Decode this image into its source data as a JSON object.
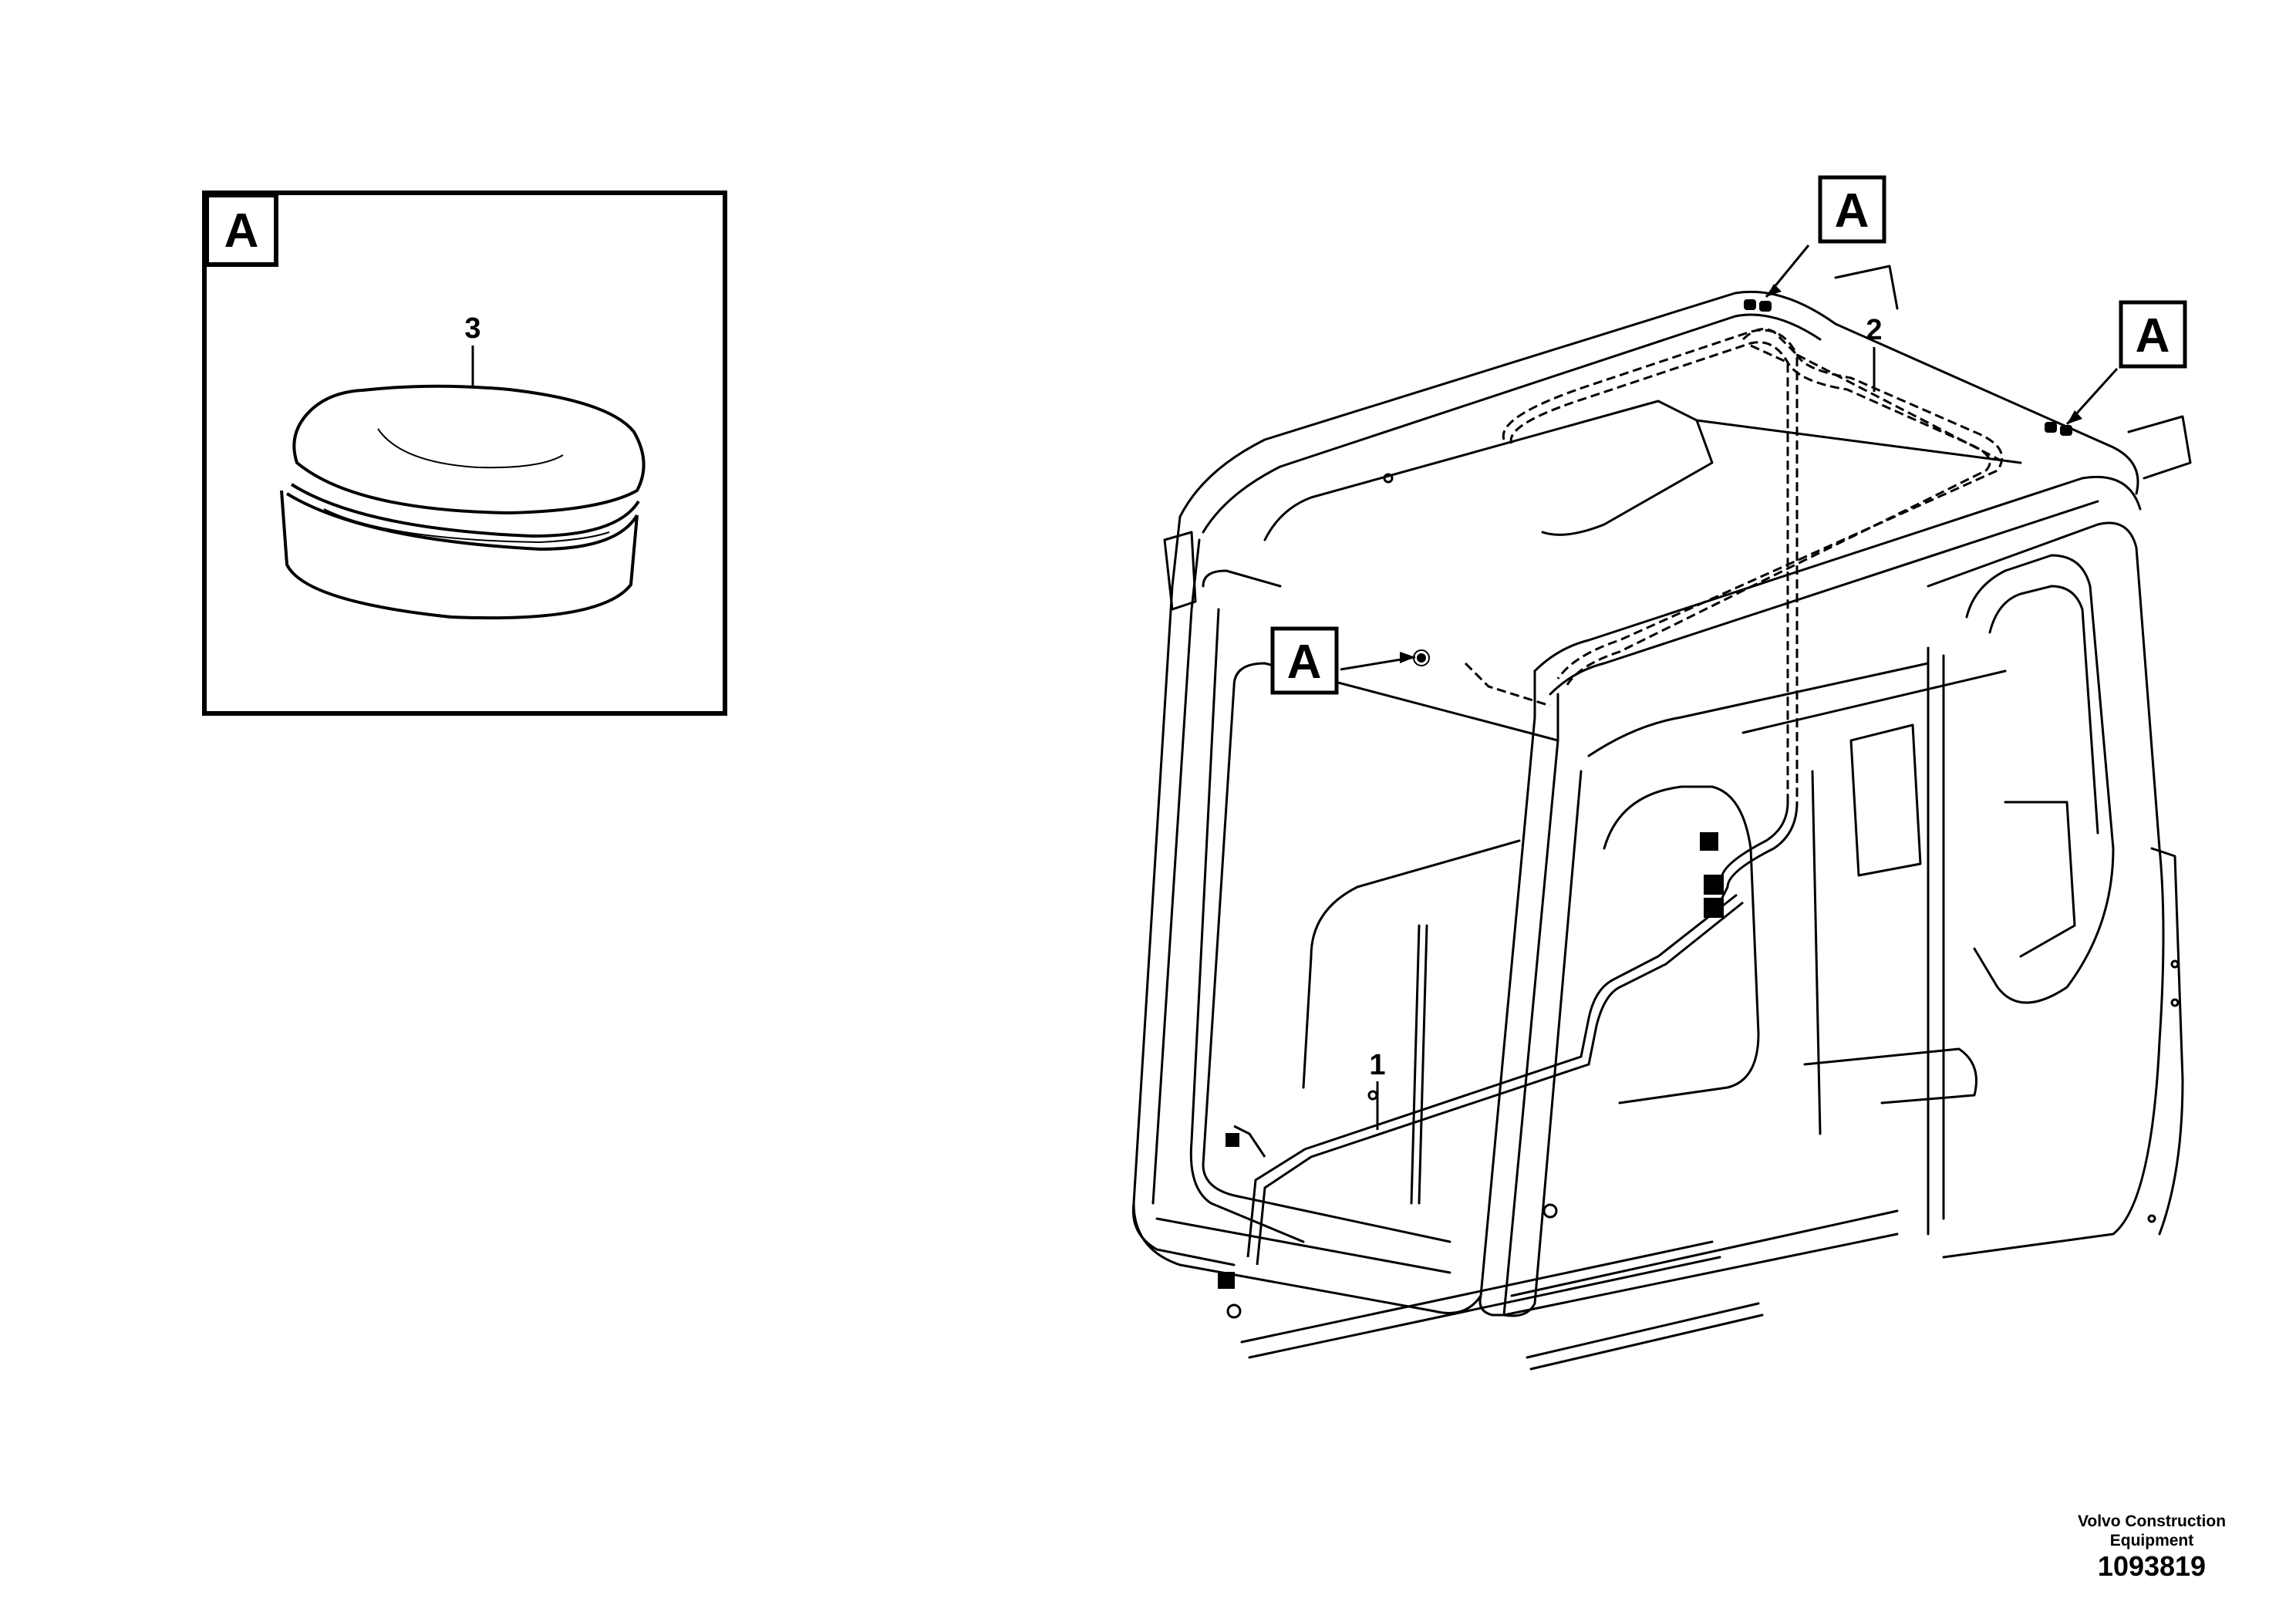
{
  "detail_view": {
    "ref_letter": "A",
    "callout_3": "3"
  },
  "main_view": {
    "ref_letter_top": "A",
    "ref_letter_right": "A",
    "ref_letter_left": "A",
    "callout_1": "1",
    "callout_2": "2"
  },
  "footer": {
    "credit_line1": "Volvo Construction",
    "credit_line2": "Equipment",
    "part_number": "1093819"
  }
}
